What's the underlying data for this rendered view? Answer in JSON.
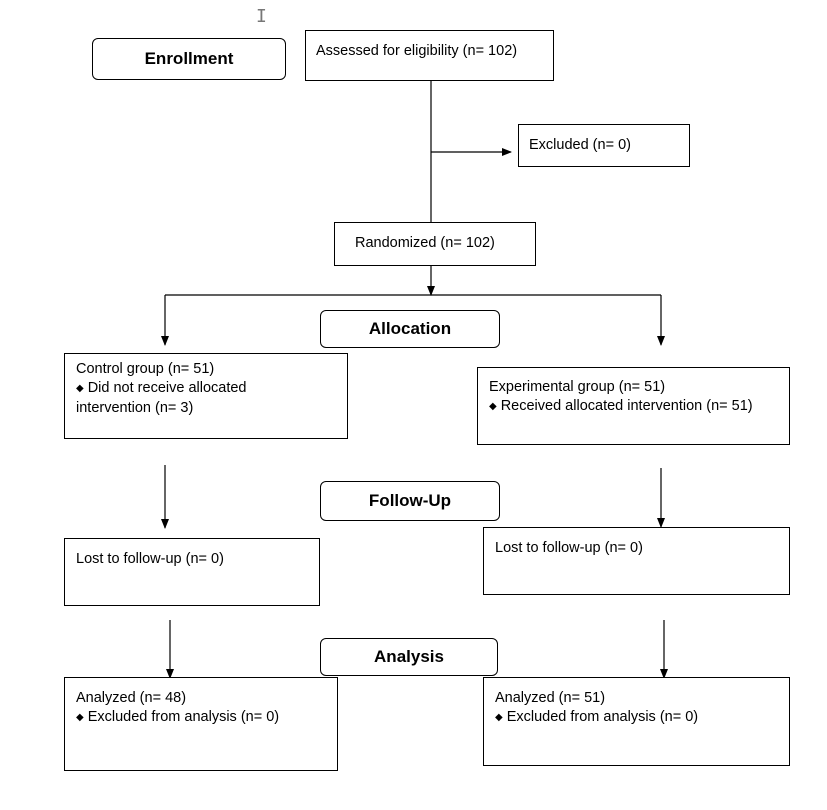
{
  "stages": {
    "enrollment": "Enrollment",
    "allocation": "Allocation",
    "follow_up": "Follow-Up",
    "analysis": "Analysis"
  },
  "assessed": "Assessed for eligibility (n= 102)",
  "excluded": "Excluded (n= 0)",
  "randomized": "Randomized (n= 102)",
  "control": {
    "title": "Control group (n= 51)",
    "bullet_line1": "Did not receive allocated",
    "bullet_line2": "intervention (n= 3)",
    "lost": "Lost to follow-up (n= 0)",
    "analyzed": "Analyzed (n= 48)",
    "excluded_analysis": "Excluded from analysis (n= 0)"
  },
  "experimental": {
    "title": "Experimental group (n= 51)",
    "bullet_line1": "Received allocated intervention (n= 51)",
    "lost": "Lost to follow-up (n= 0)",
    "analyzed": "Analyzed (n= 51)",
    "excluded_analysis": "Excluded from analysis (n= 0)"
  },
  "icons": {
    "bullet": "diamond-bullet-icon",
    "cursor": "text-cursor-icon"
  }
}
